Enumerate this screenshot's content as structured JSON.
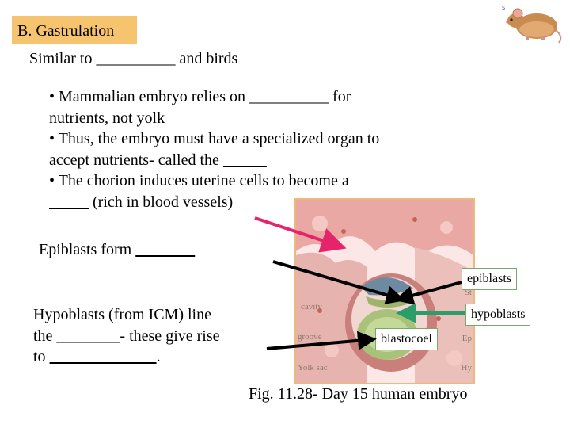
{
  "heading": "B. Gastrulation",
  "similar": "Similar to __________ and birds",
  "bullets": [
    "• Mammalian embryo relies on __________ for",
    "nutrients, not yolk",
    "• Thus, the embryo must have a specialized organ to",
    "accept nutrients- called the",
    "• The chorion induces uterine cells to become a",
    "(rich in blood vessels)"
  ],
  "epiblasts_text": "Epiblasts form",
  "hypoblasts_text": {
    "line1": "Hypoblasts (from ICM) line",
    "line2": "the ________- these give rise",
    "line3": "to"
  },
  "figure_labels": {
    "epiblasts": "epiblasts",
    "hypoblasts": "hypoblasts",
    "blastocoel": "blastocoel",
    "cavity": "cavity",
    "groove": "groove",
    "yolk_sac": "Yolk sac",
    "stub_ep": "Ep",
    "stub_hy": "Hy",
    "stub_st": "St"
  },
  "caption": "Fig. 11.28- Day 15 human embryo",
  "colors": {
    "heading_bg": "#f6c36f",
    "arrow_pink": "#e6246b",
    "arrow_green": "#2a9d6b",
    "figure_border": "#eab97b"
  },
  "icons": [
    "mouse-icon"
  ]
}
